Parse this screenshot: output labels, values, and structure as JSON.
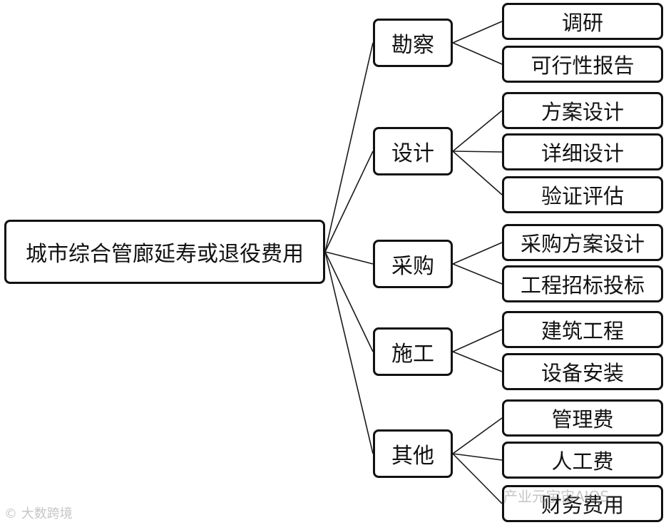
{
  "root": {
    "label": "城市综合管廊延寿或退役费用"
  },
  "categories": [
    {
      "label": "勘察",
      "children": [
        "调研",
        "可行性报告"
      ]
    },
    {
      "label": "设计",
      "children": [
        "方案设计",
        "详细设计",
        "验证评估"
      ]
    },
    {
      "label": "采购",
      "children": [
        "采购方案设计",
        "工程招标投标"
      ]
    },
    {
      "label": "施工",
      "children": [
        "建筑工程",
        "设备安装"
      ]
    },
    {
      "label": "其他",
      "children": [
        "管理费",
        "人工费",
        "财务费用"
      ]
    }
  ],
  "watermarks": {
    "left": "© 大数跨境",
    "right": "产业元宇宙AIOS"
  },
  "colors": {
    "border": "#111111",
    "line": "#1a1a1a",
    "background": "#ffffff"
  }
}
